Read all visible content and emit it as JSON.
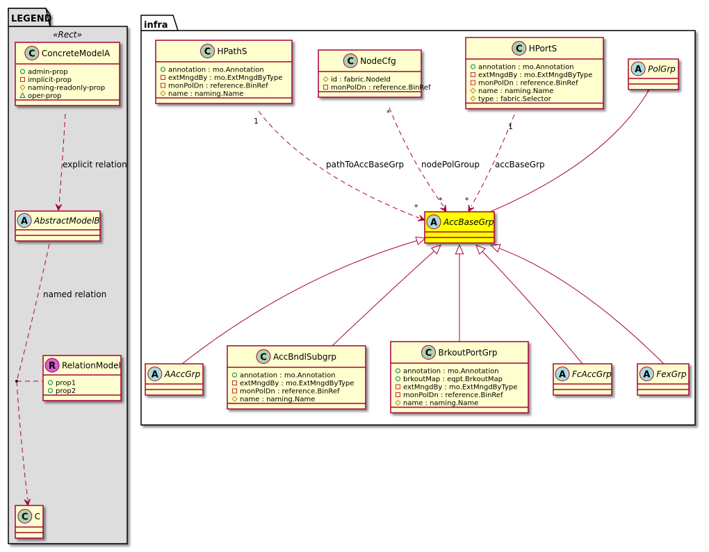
{
  "colors": {
    "class_fill": "#fefece",
    "class_border": "#a80036",
    "highlight_fill": "#ffff00",
    "legend_fill": "#dddddd",
    "edge": "#a80036",
    "circle_class": "#add1b2",
    "circle_abstract": "#a9dcdf",
    "circle_relation": "#d55fd5",
    "vis_public": "#038048",
    "vis_private": "#c82930",
    "vis_protected": "#b38d22",
    "vis_package": "#1963a0"
  },
  "legend": {
    "title": "LEGEND",
    "stereotype": "«Rect»",
    "concrete": {
      "kind": "C",
      "name": "ConcreteModelA",
      "attrs": [
        {
          "vis": "public",
          "text": "admin-prop"
        },
        {
          "vis": "private",
          "text": "implicit-prop"
        },
        {
          "vis": "protected",
          "text": "naming-readonly-prop"
        },
        {
          "vis": "package",
          "text": "oper-prop"
        }
      ]
    },
    "abstract": {
      "kind": "A",
      "name": "AbstractModelB"
    },
    "relation_model": {
      "kind": "R",
      "name": "RelationModel",
      "attrs": [
        {
          "vis": "public",
          "text": "prop1"
        },
        {
          "vis": "public",
          "text": "prop2"
        }
      ]
    },
    "c": {
      "kind": "C",
      "name": "C"
    },
    "explicit_label": "explicit relation",
    "named_label": "named relation"
  },
  "infra": {
    "title": "infra",
    "classes": {
      "hpaths": {
        "kind": "C",
        "name": "HPathS",
        "attrs": [
          {
            "vis": "public",
            "text": "annotation : mo.Annotation"
          },
          {
            "vis": "private",
            "text": "extMngdBy : mo.ExtMngdByType"
          },
          {
            "vis": "private",
            "text": "monPolDn : reference.BinRef"
          },
          {
            "vis": "protected",
            "text": "name : naming.Name"
          }
        ]
      },
      "nodecfg": {
        "kind": "C",
        "name": "NodeCfg",
        "attrs": [
          {
            "vis": "protected",
            "text": "id : fabric.NodeId"
          },
          {
            "vis": "private",
            "text": "monPolDn : reference.BinRef"
          }
        ]
      },
      "hports": {
        "kind": "C",
        "name": "HPortS",
        "attrs": [
          {
            "vis": "public",
            "text": "annotation : mo.Annotation"
          },
          {
            "vis": "private",
            "text": "extMngdBy : mo.ExtMngdByType"
          },
          {
            "vis": "private",
            "text": "monPolDn : reference.BinRef"
          },
          {
            "vis": "protected",
            "text": "name : naming.Name"
          },
          {
            "vis": "protected",
            "text": "type : fabric.Selector"
          }
        ]
      },
      "polgrp": {
        "kind": "A",
        "name": "PolGrp"
      },
      "accbasegrp": {
        "kind": "A",
        "name": "AccBaseGrp"
      },
      "aaccgrp": {
        "kind": "A",
        "name": "AAccGrp"
      },
      "accbndlsubgrp": {
        "kind": "C",
        "name": "AccBndlSubgrp",
        "attrs": [
          {
            "vis": "public",
            "text": "annotation : mo.Annotation"
          },
          {
            "vis": "private",
            "text": "extMngdBy : mo.ExtMngdByType"
          },
          {
            "vis": "private",
            "text": "monPolDn : reference.BinRef"
          },
          {
            "vis": "protected",
            "text": "name : naming.Name"
          }
        ]
      },
      "brkoutportgrp": {
        "kind": "C",
        "name": "BrkoutPortGrp",
        "attrs": [
          {
            "vis": "public",
            "text": "annotation : mo.Annotation"
          },
          {
            "vis": "public",
            "text": "brkoutMap : eqpt.BrkoutMap"
          },
          {
            "vis": "private",
            "text": "extMngdBy : mo.ExtMngdByType"
          },
          {
            "vis": "private",
            "text": "monPolDn : reference.BinRef"
          },
          {
            "vis": "protected",
            "text": "name : naming.Name"
          }
        ]
      },
      "fcaccgrp": {
        "kind": "A",
        "name": "FcAccGrp"
      },
      "fexgrp": {
        "kind": "A",
        "name": "FexGrp"
      }
    },
    "relations": [
      {
        "from": "hpaths",
        "to": "accbasegrp",
        "label": "pathToAccBaseGrp",
        "from_mult": "1",
        "to_mult": "*"
      },
      {
        "from": "nodecfg",
        "to": "accbasegrp",
        "label": "nodePolGroup",
        "from_mult": "*",
        "to_mult": "*"
      },
      {
        "from": "hports",
        "to": "accbasegrp",
        "label": "accBaseGrp",
        "from_mult": "1",
        "to_mult": "*"
      }
    ],
    "inheritance": [
      {
        "child": "accbasegrp",
        "parent": "polgrp"
      },
      {
        "child": "aaccgrp",
        "parent": "accbasegrp"
      },
      {
        "child": "accbndlsubgrp",
        "parent": "accbasegrp"
      },
      {
        "child": "brkoutportgrp",
        "parent": "accbasegrp"
      },
      {
        "child": "fcaccgrp",
        "parent": "accbasegrp"
      },
      {
        "child": "fexgrp",
        "parent": "accbasegrp"
      }
    ]
  }
}
